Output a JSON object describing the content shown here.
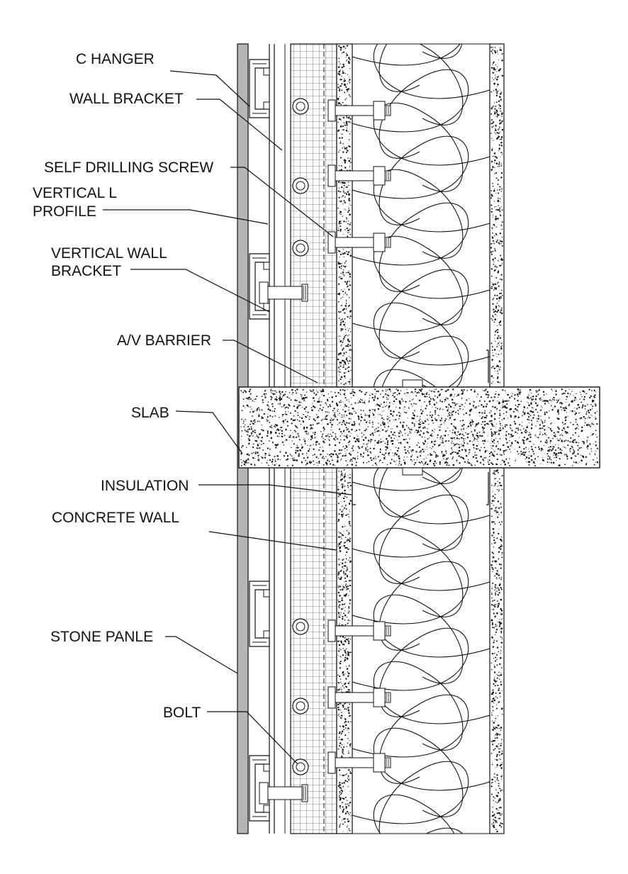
{
  "labels": {
    "c_hanger": "C HANGER",
    "wall_bracket": "WALL BRACKET",
    "self_drilling_screw": "SELF DRILLING SCREW",
    "vertical_l_line1": "VERTICAL L",
    "vertical_l_line2": "PROFILE",
    "vertical_wall_bracket_line1": "VERTICAL WALL",
    "vertical_wall_bracket_line2": "BRACKET",
    "av_barrier": "A/V BARRIER",
    "slab": "SLAB",
    "insulation": "INSULATION",
    "concrete_wall": "CONCRETE WALL",
    "stone_panle": "STONE PANLE",
    "bolt": "BOLT"
  },
  "colors": {
    "line": "#111111",
    "panel_fill": "#b5b5b5",
    "background": "#ffffff"
  }
}
